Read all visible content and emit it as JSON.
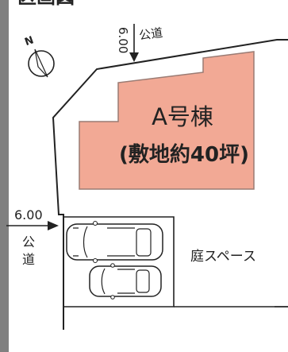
{
  "page": {
    "heading": "区画図"
  },
  "compass": {
    "north_label": "N"
  },
  "building": {
    "name": "A号棟",
    "area_label": "(敷地約40坪)",
    "fill_color": "#f2a995",
    "stroke_color": "#9a7b73"
  },
  "roads": {
    "north": {
      "width": "6.00",
      "label": "公道"
    },
    "west": {
      "width": "6.00",
      "label_chars": [
        "公",
        "道"
      ]
    }
  },
  "parking": {
    "car_count": 2
  },
  "garden": {
    "label": "庭スペース"
  },
  "colors": {
    "frame_bar": "#808080",
    "line": "#222222"
  }
}
